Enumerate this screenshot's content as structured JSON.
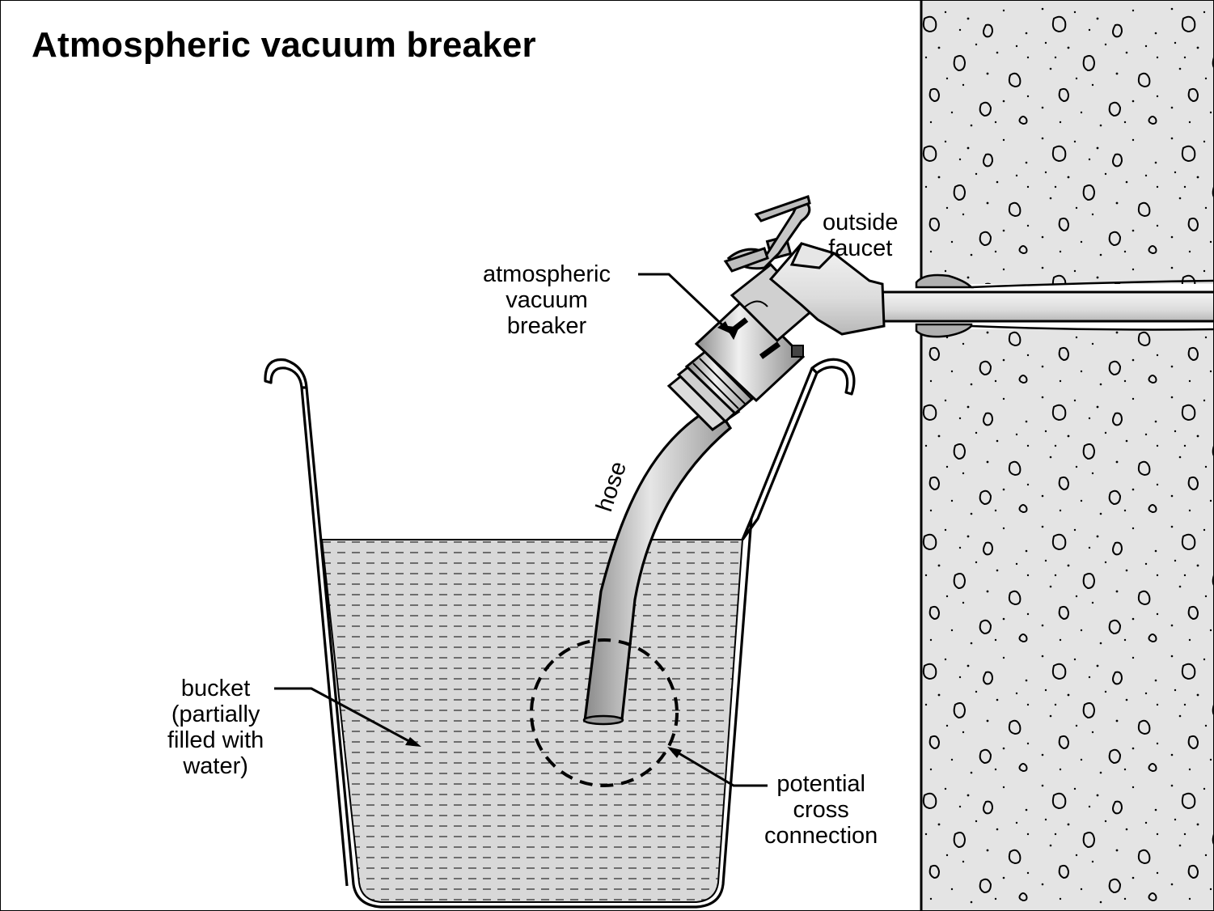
{
  "title": "Atmospheric vacuum breaker",
  "labels": {
    "outside_faucet": [
      "outside",
      "faucet"
    ],
    "vacuum_breaker": [
      "atmospheric",
      "vacuum",
      "breaker"
    ],
    "hose": "hose",
    "bucket": [
      "bucket",
      "(partially",
      "filled with",
      "water)"
    ],
    "cross_connection": [
      "potential",
      "cross",
      "connection"
    ]
  },
  "colors": {
    "ink": "#000000",
    "wall_fill": "#e2e2e2",
    "water_fill": "#d6d6d6",
    "metal_light": "#e8e8e8",
    "metal_mid": "#b4b4b4",
    "metal_dark": "#7a7a7a",
    "hose_fill": "#c4c4c4"
  }
}
